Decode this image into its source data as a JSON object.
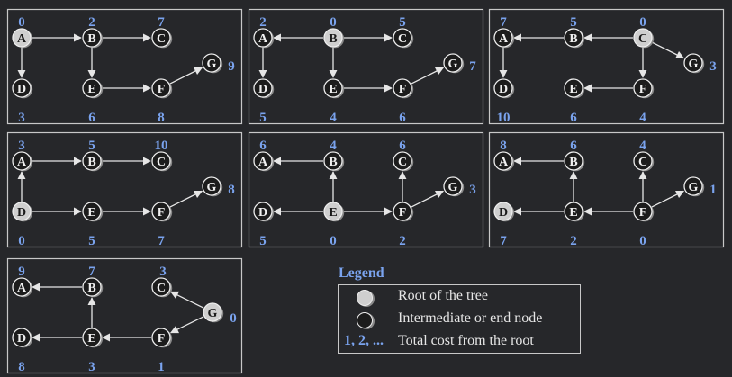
{
  "node_labels": {
    "A": "A",
    "B": "B",
    "C": "C",
    "D": "D",
    "E": "E",
    "F": "F",
    "G": "G"
  },
  "panels": [
    {
      "root": "A",
      "costs": {
        "A": "0",
        "B": "2",
        "C": "7",
        "D": "3",
        "E": "6",
        "F": "8",
        "G": "9"
      },
      "edges": [
        [
          "A",
          "B"
        ],
        [
          "B",
          "C"
        ],
        [
          "A",
          "D"
        ],
        [
          "B",
          "E"
        ],
        [
          "E",
          "F"
        ],
        [
          "F",
          "G"
        ]
      ]
    },
    {
      "root": "B",
      "costs": {
        "A": "2",
        "B": "0",
        "C": "5",
        "D": "5",
        "E": "4",
        "F": "6",
        "G": "7"
      },
      "edges": [
        [
          "B",
          "A"
        ],
        [
          "B",
          "C"
        ],
        [
          "A",
          "D"
        ],
        [
          "B",
          "E"
        ],
        [
          "E",
          "F"
        ],
        [
          "F",
          "G"
        ]
      ]
    },
    {
      "root": "C",
      "costs": {
        "A": "7",
        "B": "5",
        "C": "0",
        "D": "10",
        "E": "6",
        "F": "4",
        "G": "3"
      },
      "edges": [
        [
          "C",
          "B"
        ],
        [
          "B",
          "A"
        ],
        [
          "A",
          "D"
        ],
        [
          "C",
          "F"
        ],
        [
          "C",
          "G"
        ],
        [
          "F",
          "E"
        ]
      ]
    },
    {
      "root": "D",
      "costs": {
        "A": "3",
        "B": "5",
        "C": "10",
        "D": "0",
        "E": "5",
        "F": "7",
        "G": "8"
      },
      "edges": [
        [
          "D",
          "A"
        ],
        [
          "A",
          "B"
        ],
        [
          "B",
          "C"
        ],
        [
          "D",
          "E"
        ],
        [
          "E",
          "F"
        ],
        [
          "F",
          "G"
        ]
      ]
    },
    {
      "root": "E",
      "costs": {
        "A": "6",
        "B": "4",
        "C": "6",
        "D": "5",
        "E": "0",
        "F": "2",
        "G": "3"
      },
      "edges": [
        [
          "E",
          "B"
        ],
        [
          "B",
          "A"
        ],
        [
          "E",
          "D"
        ],
        [
          "E",
          "F"
        ],
        [
          "F",
          "C"
        ],
        [
          "F",
          "G"
        ]
      ]
    },
    {
      "root": "D",
      "costs": {
        "A": "8",
        "B": "6",
        "C": "4",
        "D": "7",
        "E": "2",
        "F": "0",
        "G": "1"
      },
      "edges": [
        [
          "B",
          "A"
        ],
        [
          "E",
          "B"
        ],
        [
          "E",
          "D"
        ],
        [
          "F",
          "E"
        ],
        [
          "F",
          "C"
        ],
        [
          "F",
          "G"
        ]
      ]
    },
    {
      "root": "G",
      "costs": {
        "A": "9",
        "B": "7",
        "C": "3",
        "D": "8",
        "E": "3",
        "F": "1",
        "G": "0"
      },
      "edges": [
        [
          "G",
          "C"
        ],
        [
          "G",
          "F"
        ],
        [
          "F",
          "E"
        ],
        [
          "E",
          "B"
        ],
        [
          "B",
          "A"
        ],
        [
          "E",
          "D"
        ]
      ]
    }
  ],
  "legend": {
    "title": "Legend",
    "root_label": "Root of the tree",
    "node_label": "Intermediate or end node",
    "cost_sample": "1, 2, ...",
    "cost_label": "Total cost from the root"
  },
  "colors": {
    "background": "#26272a",
    "frame": "#c8c8c8",
    "cost_text": "#7aa3ee",
    "root_fill": "#cfcfcf",
    "node_fill": "#1c1c1c",
    "node_outline": "#ededed",
    "edge": "#e6e6e6"
  }
}
